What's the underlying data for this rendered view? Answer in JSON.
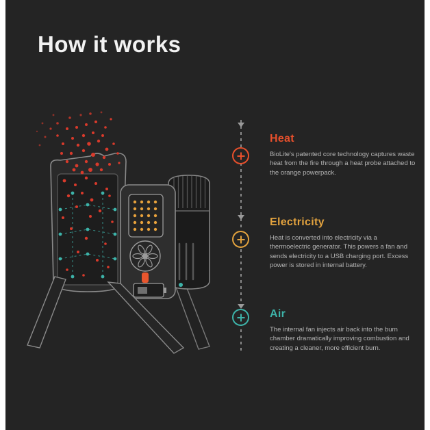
{
  "page": {
    "title": "How it works"
  },
  "colors": {
    "canvas_background": "#242424",
    "page_margin": "#ffffff",
    "title_text": "#f2f2f2",
    "body_text": "#b5b5b5",
    "timeline_line": "#8a8a8a",
    "heat_accent": "#e8502c",
    "electricity_accent": "#e2a23e",
    "air_accent": "#3db3a9",
    "fire_particles": "#d93a2b",
    "stove_outline": "#8a8a8a",
    "led_dots": "#e8a23c"
  },
  "icons": {
    "plus": "+",
    "arrow_down": "▼"
  },
  "steps": [
    {
      "label": "Heat",
      "description": "BioLite's patented core technology captures waste heat from the fire through a heat probe attached to the orange powerpack."
    },
    {
      "label": "Electricity",
      "description": "Heat is converted into electricity via a thermoelectric generator. This powers a fan and sends electricity to a USB charging port. Excess power is stored in internal battery."
    },
    {
      "label": "Air",
      "description": "The internal fan injects air back into the burn chamber dramatically improving combustion and creating a cleaner, more efficient burn."
    }
  ],
  "illustration": {
    "name": "biolite-campstove-cutaway"
  }
}
